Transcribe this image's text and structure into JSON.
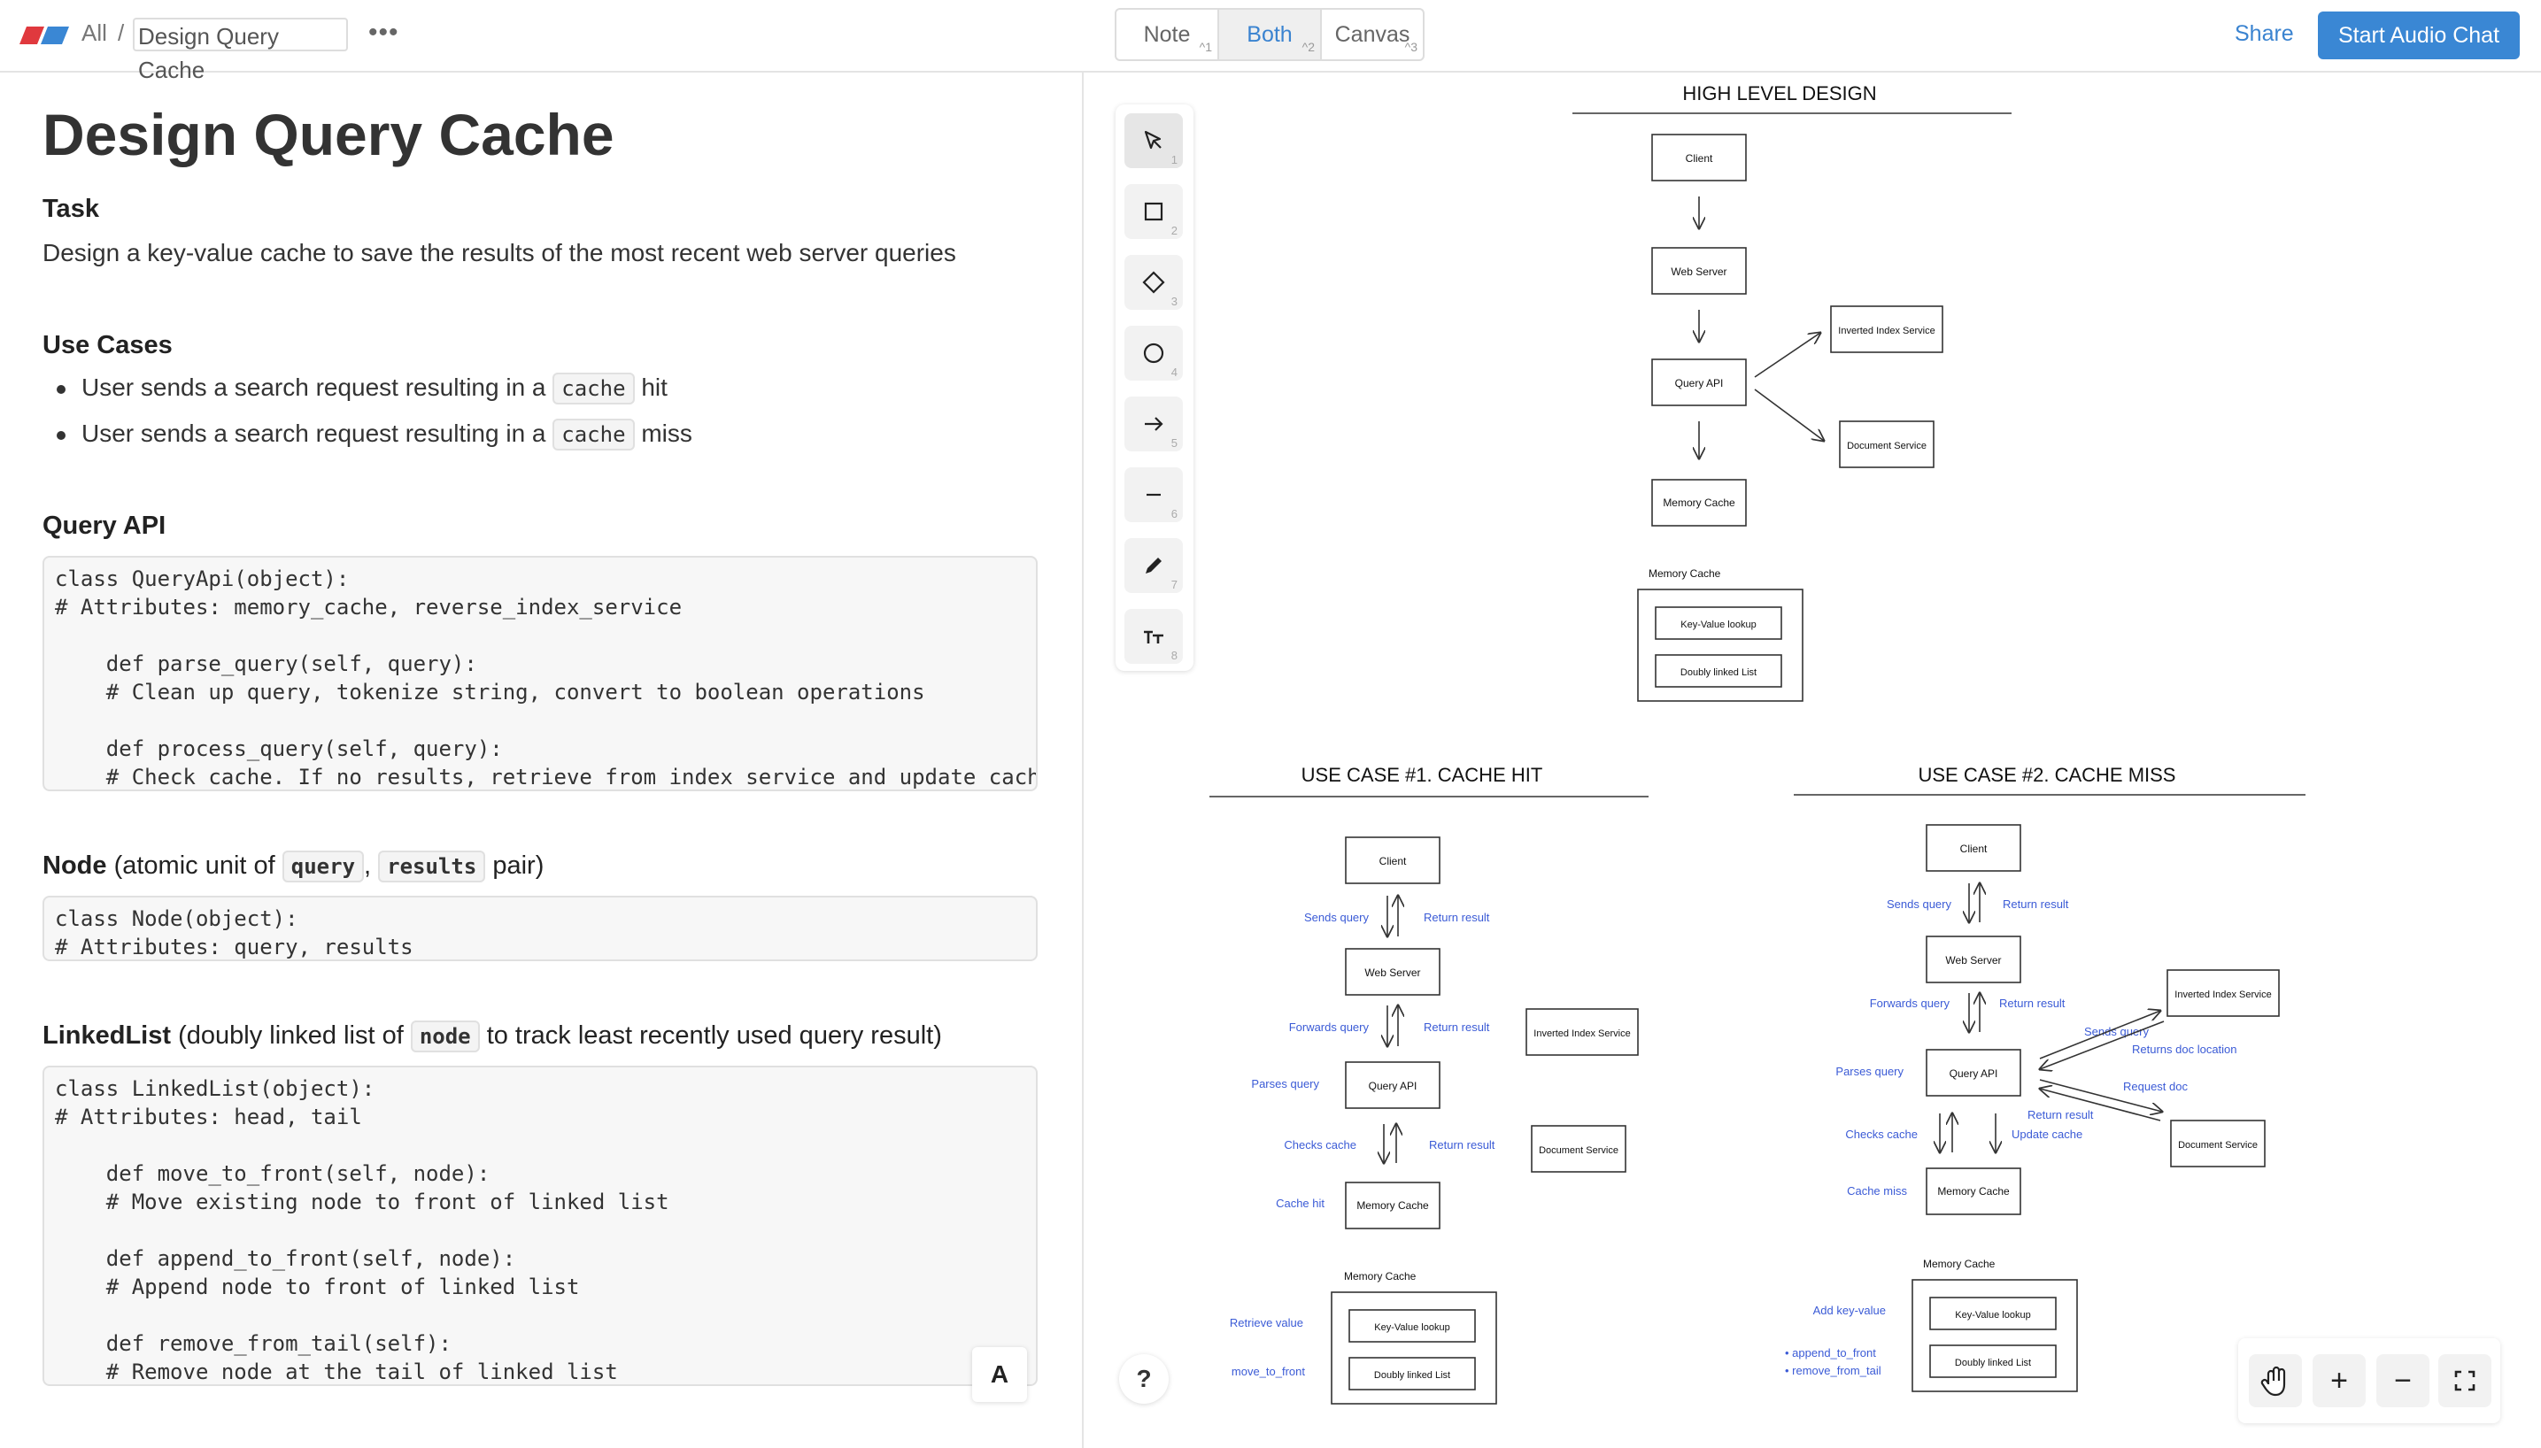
{
  "topbar": {
    "breadcrumb_all": "All",
    "breadcrumb_sep": "/",
    "doc_name": "Design Query Cache",
    "more": "•••",
    "view_modes": [
      {
        "label": "Note",
        "key": "^1"
      },
      {
        "label": "Both",
        "key": "^2"
      },
      {
        "label": "Canvas",
        "key": "^3"
      }
    ],
    "active_view": "Both",
    "share": "Share",
    "audio_chat": "Start Audio Chat",
    "accent": "#3a87d4"
  },
  "note": {
    "title": "Design Query Cache",
    "task_heading": "Task",
    "task_text": "Design a key-value cache to save the results of the most recent web server queries",
    "use_cases_heading": "Use Cases",
    "use_cases": [
      {
        "pre": "User sends a search request resulting in a",
        "code": "cache",
        "post": "hit"
      },
      {
        "pre": "User sends a search request resulting in a",
        "code": "cache",
        "post": "miss"
      }
    ],
    "query_api_heading": "Query API",
    "query_api_code": "class QueryApi(object):\n# Attributes: memory_cache, reverse_index_service\n\n    def parse_query(self, query):\n    # Clean up query, tokenize string, convert to boolean operations\n\n    def process_query(self, query):\n    # Check cache. If no results, retrieve from index service and update cache",
    "node_heading": "Node",
    "node_sub_pre": "(atomic unit of",
    "node_code1": "query",
    "node_comma": ",",
    "node_code2": "results",
    "node_sub_post": "pair)",
    "node_code": "class Node(object):\n# Attributes: query, results",
    "linkedlist_heading": "LinkedList",
    "linkedlist_sub_pre": "(doubly linked list of",
    "linkedlist_code_inline": "node",
    "linkedlist_sub_post": "to track least recently used query result)",
    "linkedlist_code": "class LinkedList(object):\n# Attributes: head, tail\n\n    def move_to_front(self, node):\n    # Move existing node to front of linked list\n\n    def append_to_front(self, node):\n    # Append node to front of linked list\n\n    def remove_from_tail(self):\n    # Remove node at the tail of linked list",
    "font_button": "A"
  },
  "canvas": {
    "tools": [
      {
        "name": "select",
        "key": "1"
      },
      {
        "name": "rectangle",
        "key": "2"
      },
      {
        "name": "diamond",
        "key": "3"
      },
      {
        "name": "ellipse",
        "key": "4"
      },
      {
        "name": "arrow",
        "key": "5"
      },
      {
        "name": "line",
        "key": "6"
      },
      {
        "name": "draw",
        "key": "7"
      },
      {
        "name": "text",
        "key": "8"
      }
    ],
    "help": "?",
    "zoom": {
      "hand": "hand-icon",
      "plus": "+",
      "minus": "−",
      "fit": "fit-icon"
    },
    "hld": {
      "title": "HIGH LEVEL DESIGN",
      "client": "Client",
      "web_server": "Web Server",
      "query_api": "Query API",
      "memory_cache": "Memory Cache",
      "inverted_index": "Inverted Index Service",
      "document_service": "Document Service",
      "mc_label": "Memory Cache",
      "kv_lookup": "Key-Value lookup",
      "dll": "Doubly linked List"
    },
    "uc1": {
      "title": "USE CASE #1. CACHE HIT",
      "client": "Client",
      "web_server": "Web Server",
      "query_api": "Query API",
      "memory_cache": "Memory Cache",
      "inverted_index": "Inverted Index Service",
      "document_service": "Document Service",
      "sends_query": "Sends query",
      "return_result_1": "Return result",
      "forwards_query": "Forwards query",
      "return_result_2": "Return result",
      "parses_query": "Parses query",
      "checks_cache": "Checks cache",
      "return_result_3": "Return result",
      "cache_hit": "Cache hit",
      "mc_label": "Memory Cache",
      "kv_lookup": "Key-Value lookup",
      "dll": "Doubly linked List",
      "retrieve_value": "Retrieve value",
      "move_to_front": "move_to_front"
    },
    "uc2": {
      "title": "USE CASE #2. CACHE MISS",
      "client": "Client",
      "web_server": "Web Server",
      "query_api": "Query API",
      "memory_cache": "Memory Cache",
      "inverted_index": "Inverted Index Service",
      "document_service": "Document Service",
      "sends_query": "Sends query",
      "return_result_1": "Return result",
      "forwards_query": "Forwards query",
      "return_result_2": "Return result",
      "sends_query_2": "Sends query",
      "returns_doc_location": "Returns doc location",
      "parses_query": "Parses query",
      "request_doc": "Request doc",
      "return_result_3": "Return result",
      "checks_cache": "Checks cache",
      "update_cache": "Update cache",
      "cache_miss": "Cache miss",
      "mc_label": "Memory Cache",
      "add_kv": "Add key-value",
      "kv_lookup": "Key-Value lookup",
      "dll": "Doubly linked List",
      "append_to_front": "• append_to_front",
      "remove_from_tail": "• remove_from_tail"
    },
    "annotation_color": "#3b5bd6"
  }
}
